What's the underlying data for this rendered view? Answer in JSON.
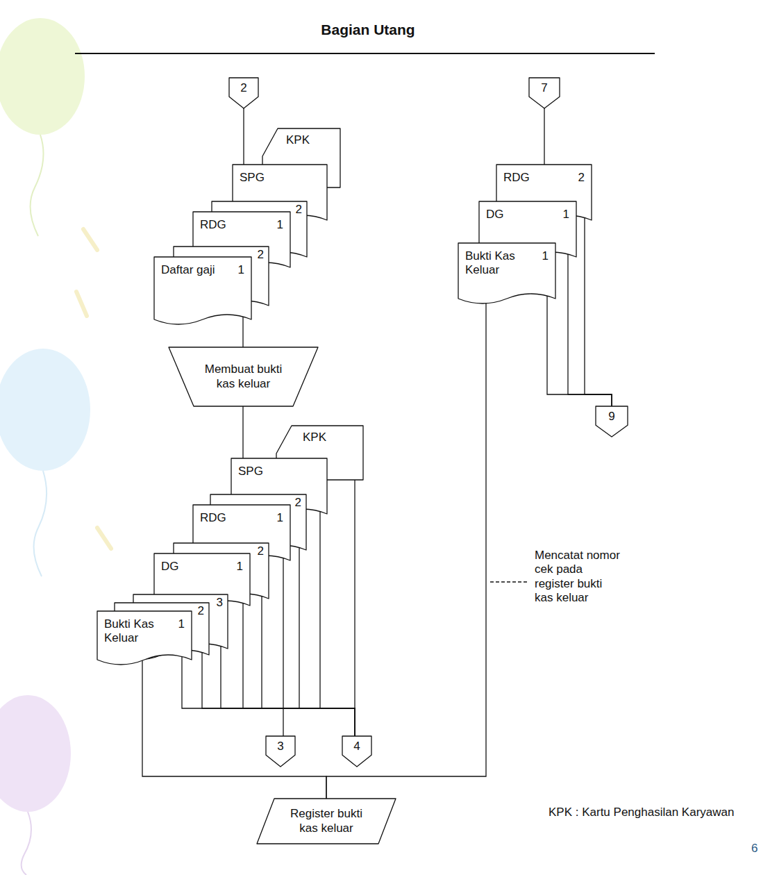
{
  "diagram": {
    "title": "Bagian Utang",
    "nodes": [
      {
        "text": [
          "2"
        ]
      },
      {
        "text": [
          "KPK"
        ]
      },
      {
        "text": [
          "SPG"
        ]
      },
      {
        "text": [
          "2"
        ]
      },
      {
        "text": [
          "RDG",
          "1"
        ]
      },
      {
        "text": [
          "2"
        ]
      },
      {
        "text": [
          "Daftar gaji",
          "1"
        ]
      },
      {
        "text": [
          "Membuat bukti kas keluar"
        ]
      },
      {
        "text": [
          "KPK"
        ]
      },
      {
        "text": [
          "SPG"
        ]
      },
      {
        "text": [
          "2"
        ]
      },
      {
        "text": [
          "RDG",
          "1"
        ]
      },
      {
        "text": [
          "2"
        ]
      },
      {
        "text": [
          "DG",
          "1"
        ]
      },
      {
        "text": [
          "3"
        ]
      },
      {
        "text": [
          "2"
        ]
      },
      {
        "text": [
          "Bukti Kas Keluar",
          "1"
        ]
      },
      {
        "text": [
          "3"
        ]
      },
      {
        "text": [
          "4"
        ]
      },
      {
        "text": [
          "Register bukti kas keluar"
        ]
      },
      {
        "text": [
          "7"
        ]
      },
      {
        "text": [
          "RDG",
          "2"
        ]
      },
      {
        "text": [
          "DG",
          "1"
        ]
      },
      {
        "text": [
          "Bukti Kas Keluar",
          "1"
        ]
      },
      {
        "text": [
          "9"
        ]
      }
    ],
    "edges": [
      {
        "from": 0,
        "to": 2,
        "arrow": "none"
      },
      {
        "from": 6,
        "to": 7,
        "arrow": "none"
      },
      {
        "from": 7,
        "to": 9,
        "arrow": "none"
      },
      {
        "from": 8,
        "to": 18,
        "arrow": "none"
      },
      {
        "from": 9,
        "to": 18,
        "arrow": "none"
      },
      {
        "from": 10,
        "to": 18,
        "arrow": "none"
      },
      {
        "from": 11,
        "to": 17,
        "arrow": "none"
      },
      {
        "from": 12,
        "to": 18,
        "arrow": "none"
      },
      {
        "from": 13,
        "to": 18,
        "arrow": "none"
      },
      {
        "from": 14,
        "to": 18,
        "arrow": "none"
      },
      {
        "from": 15,
        "to": 18,
        "arrow": "none"
      },
      {
        "from": 16,
        "to": 18,
        "arrow": "none"
      },
      {
        "from": 16,
        "to": 19,
        "arrow": "none"
      },
      {
        "from": 20,
        "to": 21,
        "arrow": "none"
      },
      {
        "from": 21,
        "to": 24,
        "arrow": "none"
      },
      {
        "from": 22,
        "to": 24,
        "arrow": "none"
      },
      {
        "from": 23,
        "to": 24,
        "arrow": "none"
      },
      {
        "from": 23,
        "to": 19,
        "arrow": "none"
      }
    ],
    "labels": [
      "Mencatat nomor cek pada register bukti kas keluar",
      "KPK : Kartu Penghasilan Karyawan",
      "6"
    ]
  }
}
